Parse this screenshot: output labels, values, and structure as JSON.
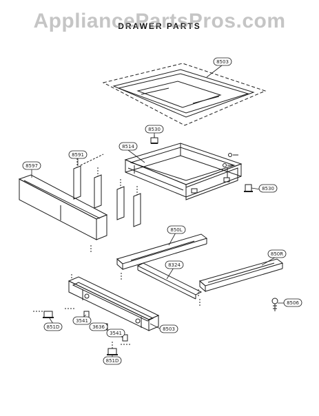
{
  "watermark": "AppliancePartsPros.com",
  "title": "DRAWER PARTS",
  "callouts": {
    "top_panel": "8503",
    "clip_top": "8530",
    "drawer_body": "8514",
    "bracket_set": "8591",
    "front_panel": "8597",
    "clip_right": "8530",
    "rail_left": "850L",
    "rail_right": "850R",
    "strip": "8324",
    "screw": "8506",
    "bottom_panel": "8503",
    "foot_left": "851D",
    "bracket_a": "3541",
    "bracket_b": "3636",
    "bracket_c": "3541",
    "foot_bottom": "851D"
  },
  "colors": {
    "line": "#1a1a1a",
    "watermark": "#969696"
  }
}
